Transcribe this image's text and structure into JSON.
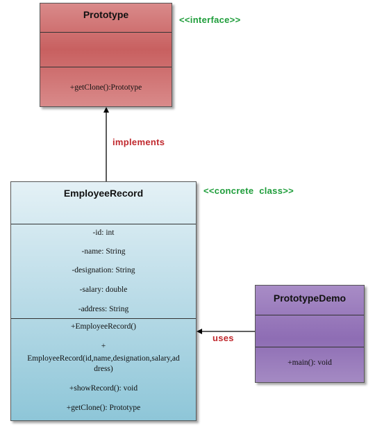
{
  "prototype": {
    "name": "Prototype",
    "stereotype": "<<interface>>",
    "methods": [
      "+getClone():Prototype"
    ]
  },
  "employee_record": {
    "name": "EmployeeRecord",
    "stereotype": "<<concrete  class>>",
    "attributes": [
      "-id: int",
      "-name: String",
      "-designation: String",
      "-salary: double",
      "-address: String"
    ],
    "methods": [
      "+EmployeeRecord()",
      "+",
      "EmployeeRecord(id,name,designation,salary,ad",
      "dress)",
      "+showRecord(): void",
      "+getClone(): Prototype"
    ]
  },
  "prototype_demo": {
    "name": "PrototypeDemo",
    "methods": [
      "+main(): void"
    ]
  },
  "relations": {
    "implements_label": "implements",
    "uses_label": "uses"
  },
  "colors": {
    "stereotype_text": "#1e9d3a",
    "relation_text": "#c0282d",
    "prototype_fill": "#c86060",
    "employee_fill": "#b9dbe7",
    "demo_fill": "#8e6db4"
  }
}
